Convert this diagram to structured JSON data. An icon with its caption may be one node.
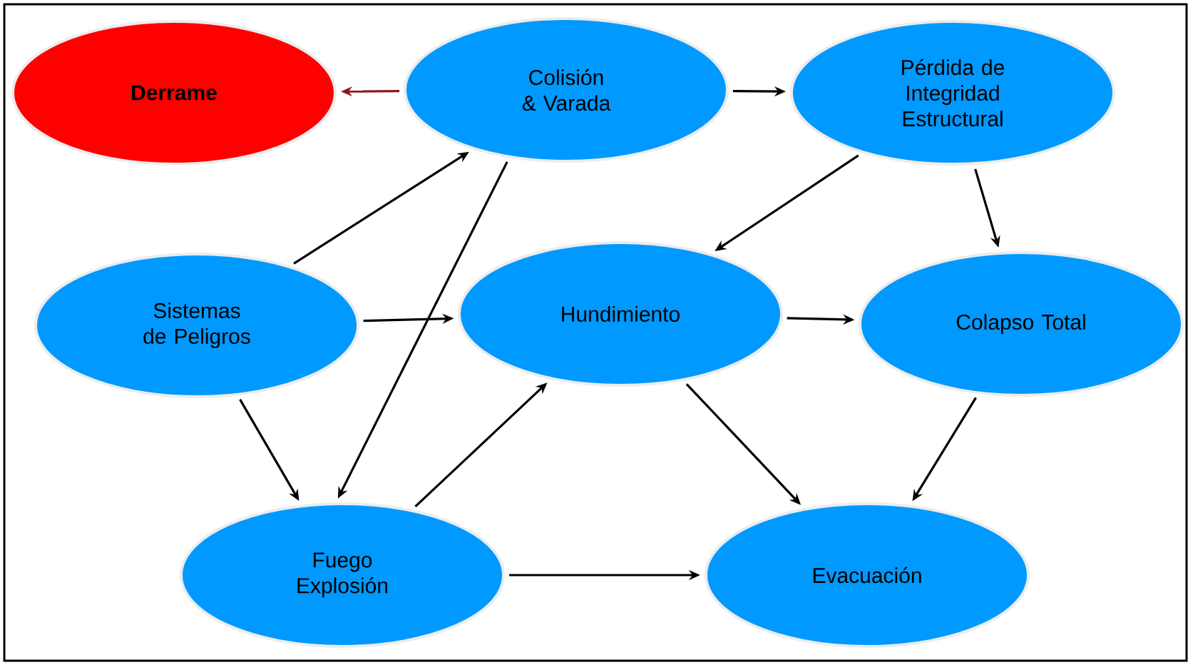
{
  "diagram": {
    "nodes": [
      {
        "text": [
          "Derrame"
        ]
      },
      {
        "text": [
          "Colisión & Varada"
        ]
      },
      {
        "text": [
          "Pérdida de Integridad Estructural"
        ]
      },
      {
        "text": [
          "Sistemas de Peligros"
        ]
      },
      {
        "text": [
          "Hundimiento"
        ]
      },
      {
        "text": [
          "Colapso Total"
        ]
      },
      {
        "text": [
          "Fuego Explosión"
        ]
      },
      {
        "text": [
          "Evacuación"
        ]
      }
    ],
    "edges": [
      {
        "from": 1,
        "to": 0,
        "arrow": "to",
        "color": "#8b1a1a"
      },
      {
        "from": 1,
        "to": 2,
        "arrow": "to"
      },
      {
        "from": 3,
        "to": 1,
        "arrow": "to"
      },
      {
        "from": 1,
        "to": 6,
        "arrow": "to"
      },
      {
        "from": 3,
        "to": 4,
        "arrow": "to"
      },
      {
        "from": 2,
        "to": 4,
        "arrow": "to"
      },
      {
        "from": 2,
        "to": 5,
        "arrow": "to"
      },
      {
        "from": 4,
        "to": 5,
        "arrow": "to"
      },
      {
        "from": 3,
        "to": 6,
        "arrow": "to"
      },
      {
        "from": 6,
        "to": 4,
        "arrow": "to"
      },
      {
        "from": 4,
        "to": 7,
        "arrow": "to"
      },
      {
        "from": 6,
        "to": 7,
        "arrow": "to"
      },
      {
        "from": 5,
        "to": 7,
        "arrow": "to"
      }
    ]
  }
}
